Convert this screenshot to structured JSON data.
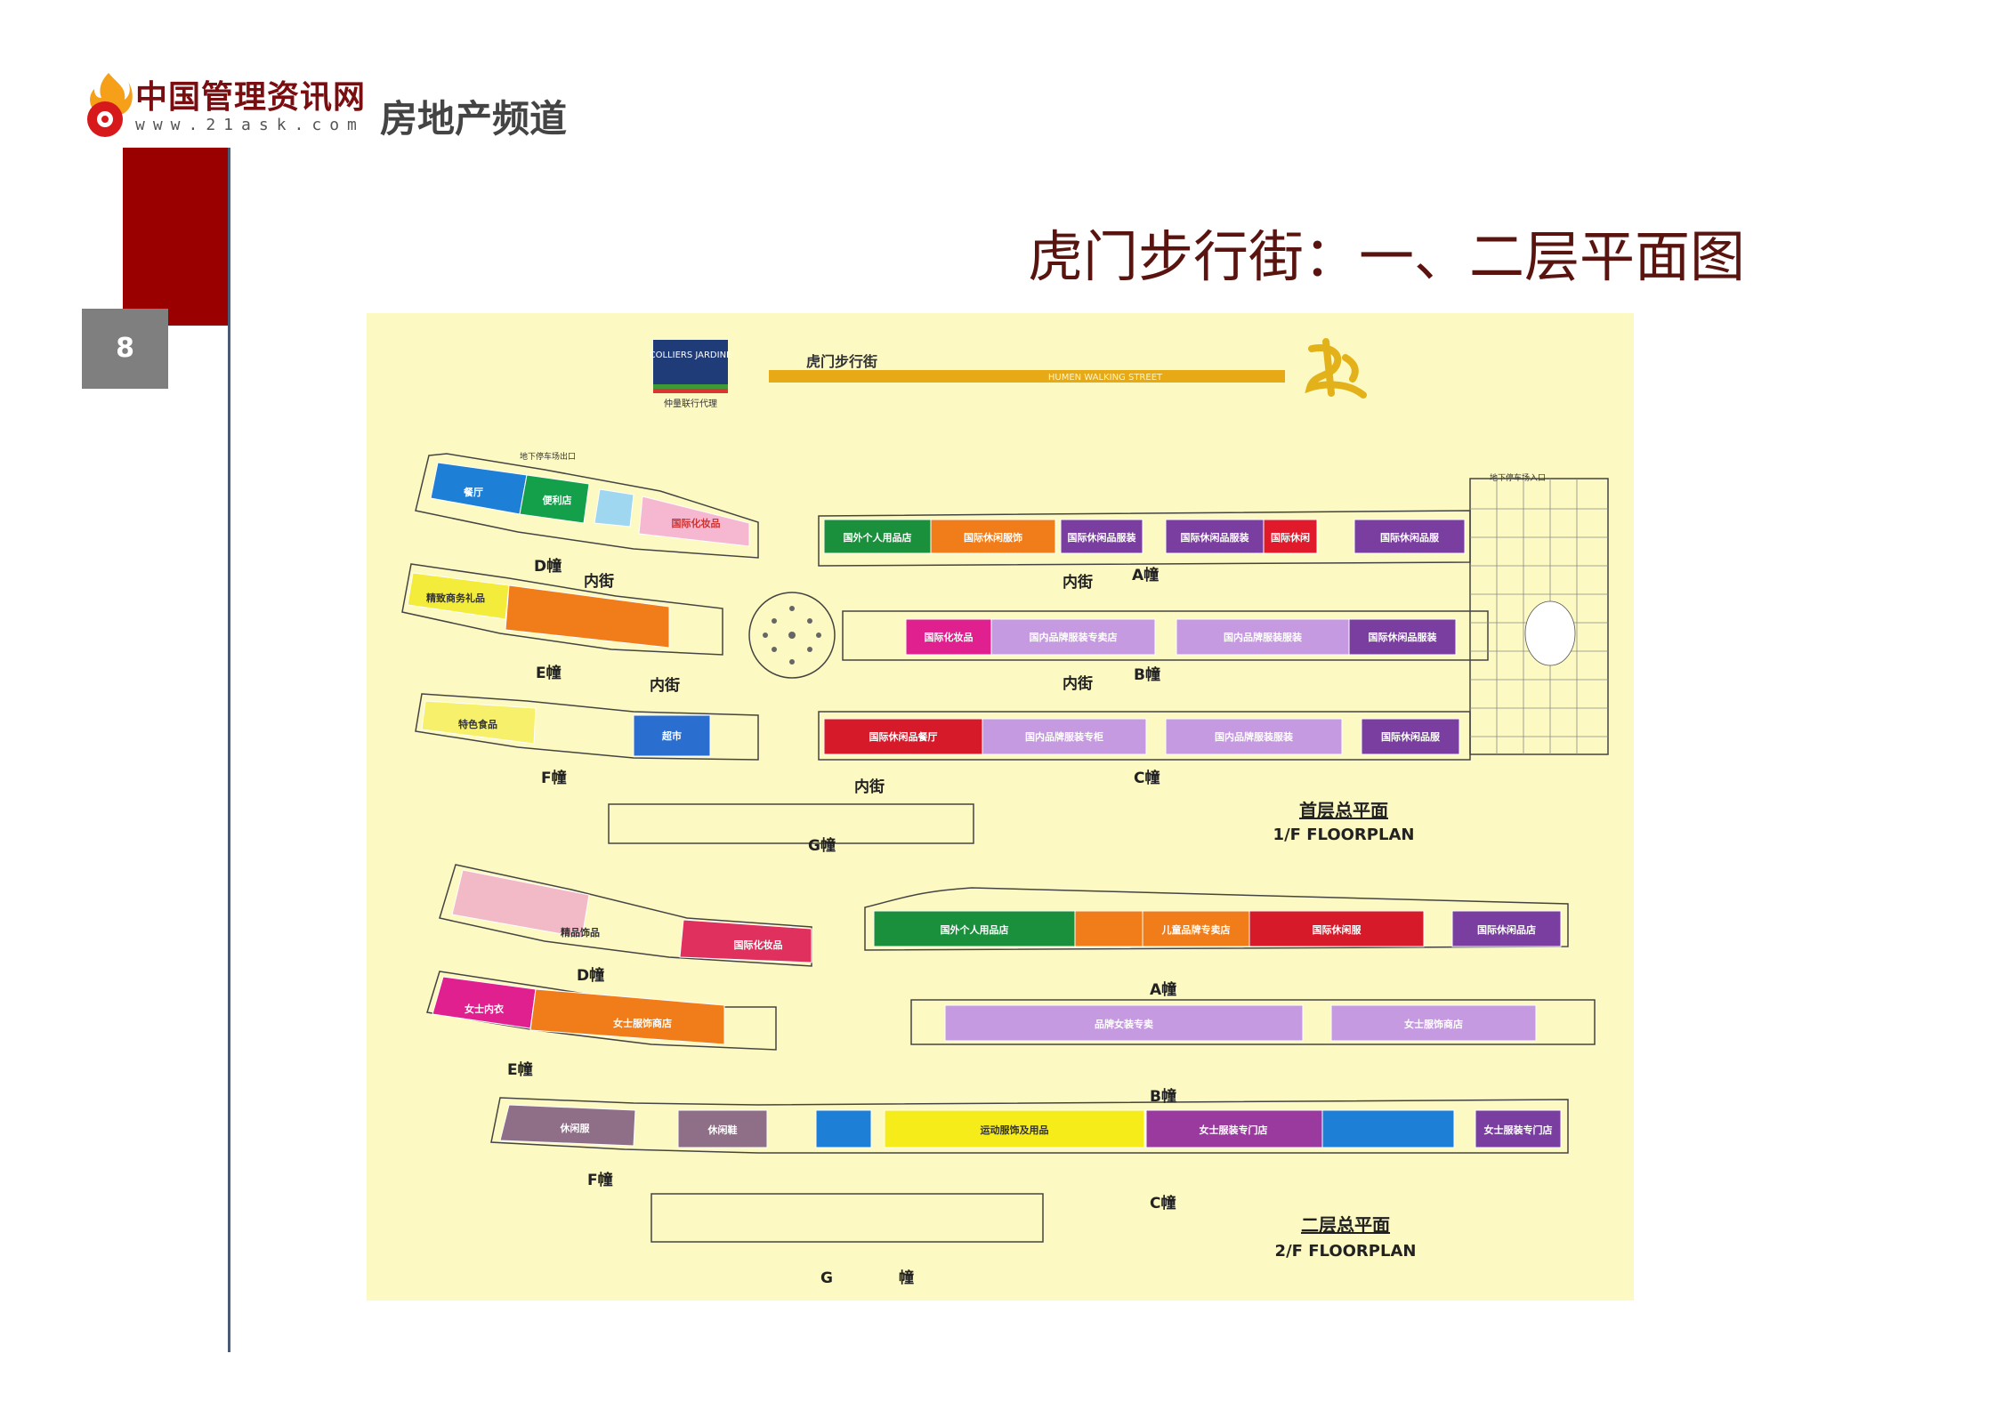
{
  "header": {
    "logo_name": "中国管理资讯网",
    "logo_url": "www.21ask.com",
    "channel": "房地产频道"
  },
  "page_number": "8",
  "title": "虎门步行街：一、二层平面图",
  "plan": {
    "colliers_logo": "COLLIERS JARDINE",
    "colliers_chinese": "仲量联行代理",
    "banner_title": "虎门步行街",
    "banner_en": "HUMEN WALKING STREET",
    "level1": {
      "caption_cn": "首层总平面",
      "caption_en": "1/F FLOORPLAN",
      "blocks": {
        "A": "A幢",
        "B": "B幢",
        "C": "C幢",
        "D": "D幢",
        "E": "E幢",
        "F": "F幢",
        "G": "G幢"
      },
      "corridors": [
        "内街",
        "内街",
        "内街",
        "内街",
        "内街"
      ],
      "entrance_left": "地下停车场出口",
      "entrance_right": "地下停车场入口",
      "shops": {
        "a1": "国外个人用品店",
        "a2": "国际休闲服饰",
        "a3": "国际休闲品服装",
        "a4": "国际休闲品服装",
        "a5": "国际休闲",
        "a6": "国际休闲品服",
        "b1": "国际化妆品",
        "b2": "国内品牌服装专卖店",
        "b3": "国内品牌服装服装",
        "b4": "国际休闲品服装",
        "c1": "国际休闲品餐厅",
        "c2": "国内品牌服装专柜",
        "c3": "国内品牌服装服装",
        "c4": "国际休闲品服",
        "d1": "餐厅",
        "d2": "便利店",
        "d3": "国际化妆品",
        "e1": "精致商务礼品",
        "f1": "特色食品",
        "f2": "超市"
      }
    },
    "level2": {
      "caption_cn": "二层总平面",
      "caption_en": "2/F FLOORPLAN",
      "blocks": {
        "A": "A幢",
        "B": "B幢",
        "C": "C幢",
        "D": "D幢",
        "E": "E幢",
        "F": "F幢",
        "G": "G",
        "G2": "幢"
      },
      "shops": {
        "a1": "国外个人用品店",
        "a2": "儿童品牌专卖店",
        "a3": "国际休闲服",
        "a4": "国际休闲品店",
        "b1": "品牌女装专卖",
        "b2": "女士服饰商店",
        "c1": "运动服饰及用品",
        "c2": "女士服装专门店",
        "c3": "女士服装专门店",
        "d1": "精品饰品",
        "d2": "国际化妆品",
        "e1": "女士内衣",
        "e2": "女士服饰商店",
        "f1": "休闲服",
        "f2": "休闲鞋"
      }
    }
  }
}
